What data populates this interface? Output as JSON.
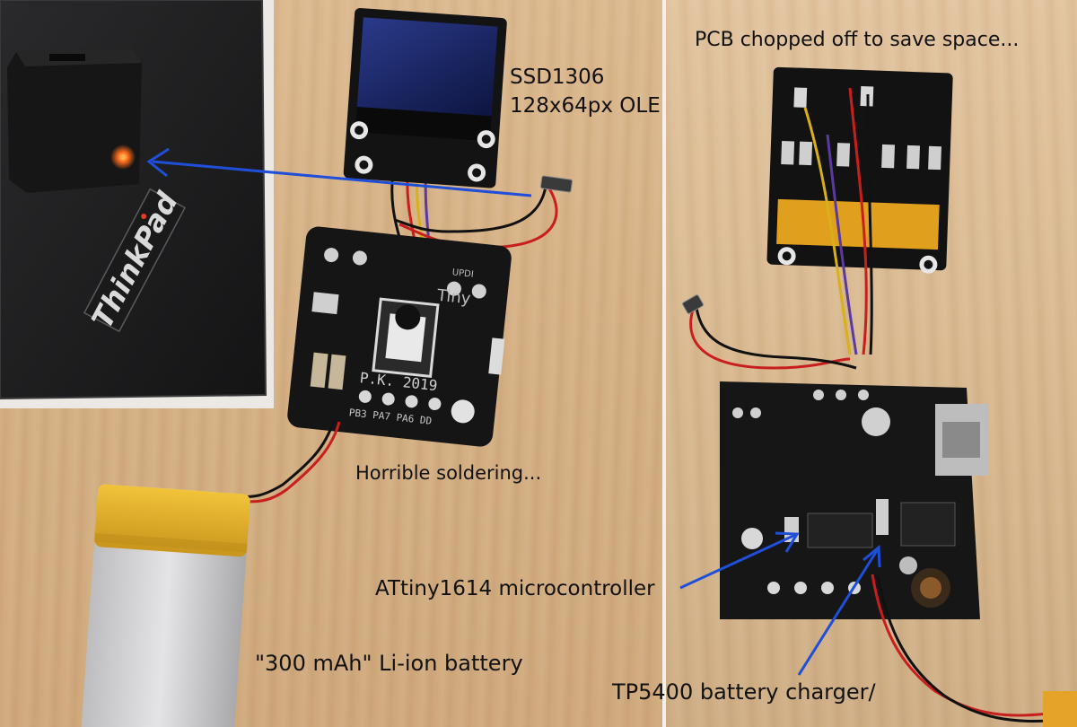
{
  "labels": {
    "oled": [
      "SSD1306",
      "128x64px OLED"
    ],
    "pcb_chopped": "PCB chopped off to save space...",
    "soldering": "Horrible soldering...",
    "battery": "\"300 mAh\" Li-ion battery",
    "mcu": "ATtiny1614 microcontroller",
    "charger": "TP5400 battery charger/",
    "laptop_logo": "ThinkPad",
    "board_date": "P.K. 2019",
    "board_name": "Tiny",
    "board_updi": "UPDI",
    "board_pins": "PB3 PA7 PA6 DD"
  },
  "colors": {
    "arrow": "#1f4fd8",
    "wood": "#d6b185",
    "pcb": "#151515",
    "laptop": "#1e1e20"
  }
}
